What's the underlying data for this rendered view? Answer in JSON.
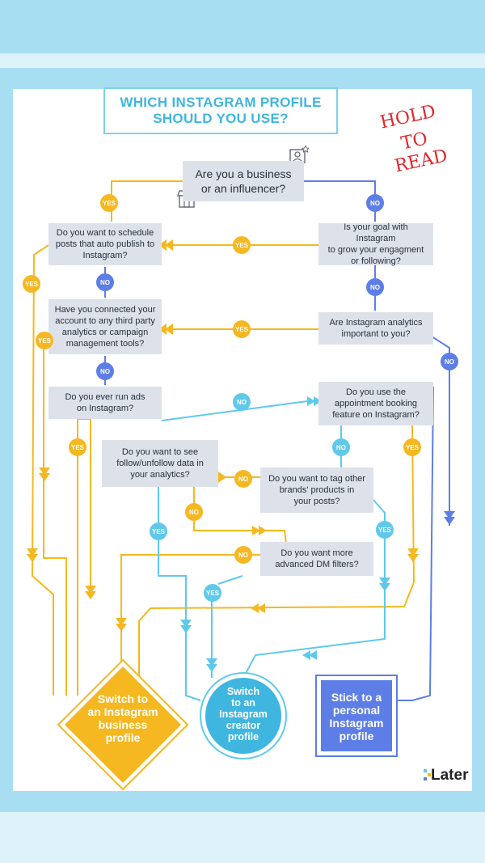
{
  "title": {
    "line1": "WHICH INSTAGRAM PROFILE",
    "line2": "SHOULD YOU USE?"
  },
  "hold_note": {
    "line1": "HOLD",
    "line2": "TO",
    "line3": "READ"
  },
  "questions": {
    "q_start": {
      "line1": "Are you a business",
      "line2": "or an influencer?"
    },
    "q_schedule": {
      "line1": "Do you want to schedule",
      "line2": "posts that auto publish to",
      "line3": "Instagram?"
    },
    "q_goal": {
      "line1": "Is your goal with Instagram",
      "line2": "to grow your engagment",
      "line3": "or following?"
    },
    "q_third_party": {
      "line1": "Have you connected your",
      "line2": "account to any third party",
      "line3": "analytics or campaign",
      "line4": "management tools?"
    },
    "q_analytics": {
      "line1": "Are Instagram analytics",
      "line2": "important to you?"
    },
    "q_ads": {
      "line1": "Do you ever run ads",
      "line2": "on Instagram?"
    },
    "q_booking": {
      "line1": "Do you use the",
      "line2": "appointment booking",
      "line3": "feature on Instagram?"
    },
    "q_follow": {
      "line1": "Do you want to see",
      "line2": "follow/unfollow data in",
      "line3": "your analytics?"
    },
    "q_tag": {
      "line1": "Do you want to tag other",
      "line2": "brands' products in",
      "line3": "your posts?"
    },
    "q_dm": {
      "line1": "Do you want more",
      "line2": "advanced DM filters?"
    }
  },
  "labels": {
    "yes": "YES",
    "no": "NO"
  },
  "outcomes": {
    "business": {
      "line1": "Switch to",
      "line2": "an Instagram",
      "line3": "business",
      "line4": "profile"
    },
    "creator": {
      "line1": "Switch",
      "line2": "to an",
      "line3": "Instagram",
      "line4": "creator",
      "line5": "profile"
    },
    "personal": {
      "line1": "Stick to a",
      "line2": "personal",
      "line3": "Instagram",
      "line4": "profile"
    }
  },
  "logo": {
    "text": "Later"
  },
  "colors": {
    "yellow": "#f5b820",
    "cyan": "#5fc9ec",
    "blue": "#5d7ee6",
    "box": "#dde2ea",
    "title": "#3fb6e0"
  }
}
